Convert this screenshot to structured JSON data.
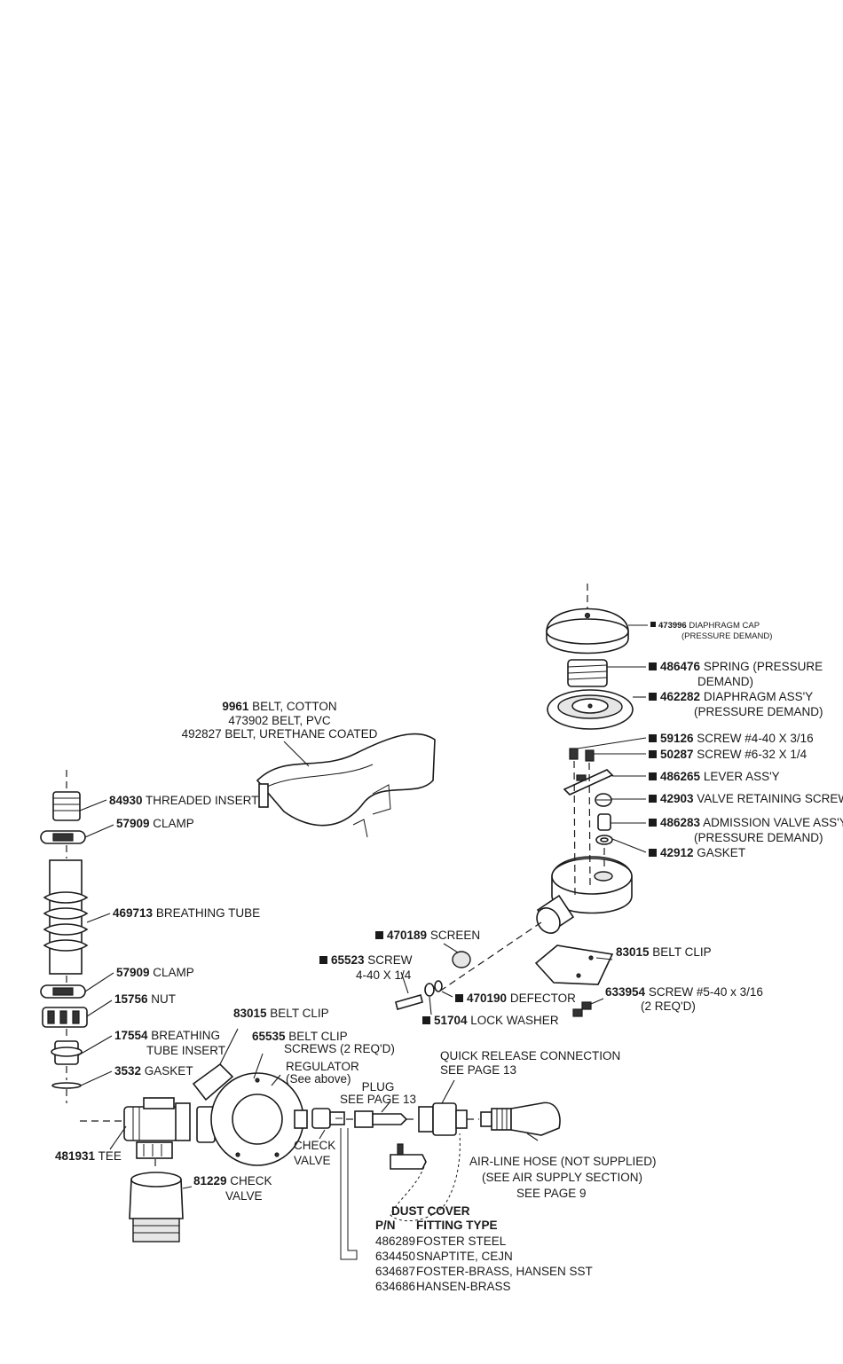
{
  "labels": {
    "diaphragm_cap": {
      "pn": "473996",
      "text": " DIAPHRAGM CAP",
      "line2": "(PRESSURE DEMAND)"
    },
    "spring": {
      "pn": "486476",
      "text": " SPRING (PRESSURE",
      "line2": "DEMAND)"
    },
    "diaphragm_assy": {
      "pn": "462282",
      "text": " DIAPHRAGM ASS'Y",
      "line2": "(PRESSURE DEMAND)"
    },
    "screw_59126": {
      "pn": "59126",
      "text": " SCREW #4-40 X 3/16"
    },
    "screw_50287": {
      "pn": "50287",
      "text": " SCREW #6-32 X 1/4"
    },
    "lever_assy": {
      "pn": "486265",
      "text": " LEVER ASS'Y"
    },
    "valve_retaining_screw": {
      "pn": "42903",
      "text": " VALVE RETAINING SCREW"
    },
    "admission_valve": {
      "pn": "486283",
      "text": " ADMISSION VALVE ASS'Y",
      "line2": "(PRESSURE DEMAND)"
    },
    "gasket_42912": {
      "pn": "42912",
      "text": " GASKET"
    },
    "belt": {
      "pn": "9961",
      "text": " BELT, COTTON",
      "line2": "473902 BELT, PVC",
      "line3": "492827 BELT, URETHANE COATED"
    },
    "threaded_insert": {
      "pn": "84930",
      "text": " THREADED INSERT"
    },
    "clamp_top": {
      "pn": "57909",
      "text": " CLAMP"
    },
    "breathing_tube": {
      "pn": "469713",
      "text": " BREATHING TUBE"
    },
    "clamp_bottom": {
      "pn": "57909",
      "text": " CLAMP"
    },
    "nut": {
      "pn": "15756",
      "text": " NUT"
    },
    "tube_insert": {
      "pn": "17554",
      "text": " BREATHING",
      "line2": "TUBE INSERT"
    },
    "gasket_3532": {
      "pn": "3532",
      "text": " GASKET"
    },
    "tee": {
      "pn": "481931",
      "text": " TEE"
    },
    "check_valve_81229": {
      "pn": "81229",
      "text": " CHECK",
      "line2": "VALVE"
    },
    "belt_clip_left": {
      "pn": "83015",
      "text": " BELT CLIP"
    },
    "belt_clip_screws": {
      "pn": "65535",
      "text": " BELT CLIP",
      "line2": "SCREWS (2 REQ'D)"
    },
    "regulator": {
      "line1": "REGULATOR",
      "line2": "(See above)"
    },
    "check_valve": {
      "line1": "CHECK",
      "line2": "VALVE"
    },
    "plug": {
      "line1": "PLUG",
      "line2": "SEE PAGE 13"
    },
    "quick_release": {
      "line1": "QUICK RELEASE CONNECTION",
      "line2": "SEE PAGE 13"
    },
    "air_line_hose": {
      "line1": "AIR-LINE HOSE (NOT SUPPLIED)",
      "line2": "(SEE AIR SUPPLY SECTION)",
      "line3": "SEE PAGE 9"
    },
    "screen": {
      "pn": "470189",
      "text": " SCREEN"
    },
    "screw_65523": {
      "pn": "65523",
      "text": " SCREW",
      "line2": "4-40 X 1/4"
    },
    "defector": {
      "pn": "470190",
      "text": " DEFECTOR"
    },
    "lock_washer": {
      "pn": "51704",
      "text": " LOCK WASHER"
    },
    "belt_clip_right": {
      "pn": "83015",
      "text": " BELT CLIP"
    },
    "screw_633954": {
      "pn": "633954",
      "text": " SCREW #5-40 x 3/16",
      "line2": "(2 REQ'D)"
    }
  },
  "dust_cover": {
    "title": "DUST COVER",
    "col1": "P/N",
    "col2": "FITTING TYPE",
    "rows": [
      {
        "pn": "486289",
        "type": "FOSTER STEEL"
      },
      {
        "pn": "634450",
        "type": "SNAPTITE, CEJN"
      },
      {
        "pn": "634687",
        "type": "FOSTER-BRASS, HANSEN SST"
      },
      {
        "pn": "634686",
        "type": "HANSEN-BRASS"
      }
    ]
  },
  "icons": {
    "marker": "filled-square"
  },
  "colors": {
    "ink": "#1a1a1a",
    "paper": "#ffffff"
  }
}
